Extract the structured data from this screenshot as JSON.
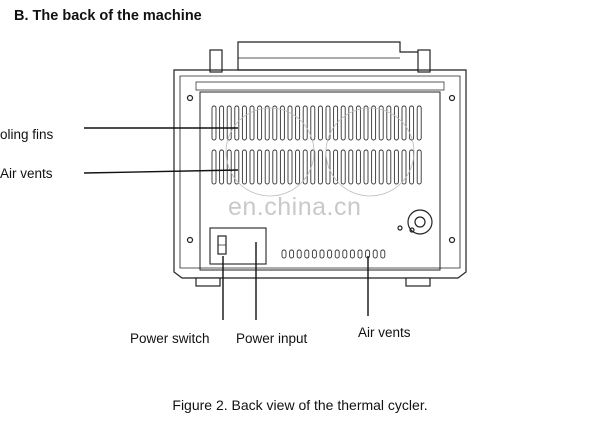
{
  "heading": "B. The back of the machine",
  "labels": {
    "cooling_fins": "oling fins",
    "air_vents_left": "Air vents",
    "power_switch": "Power switch",
    "power_input": "Power input",
    "air_vents_bottom": "Air vents"
  },
  "watermark": "en.china.cn",
  "caption": "Figure 2. Back view of the thermal cycler."
}
